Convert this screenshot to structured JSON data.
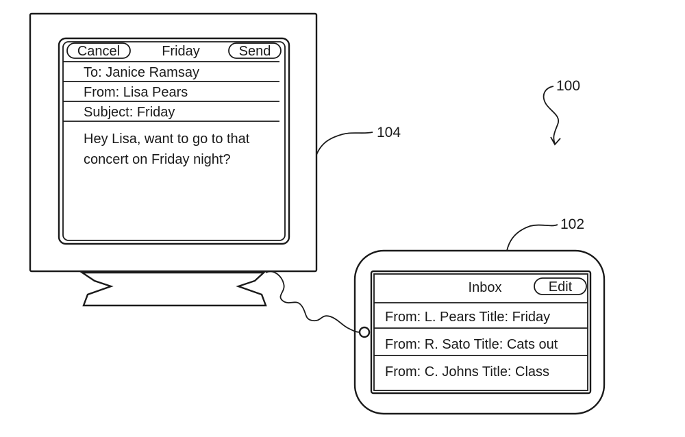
{
  "figure": {
    "reference_labels": {
      "system": "100",
      "handheld": "102",
      "monitor": "104"
    }
  },
  "monitor_screen": {
    "header": {
      "cancel_button": "Cancel",
      "title": "Friday",
      "send_button": "Send"
    },
    "fields": {
      "to": "To: Janice Ramsay",
      "from": "From: Lisa Pears",
      "subject": "Subject: Friday"
    },
    "body_lines": [
      "Hey Lisa, want to go to that",
      "concert on Friday night?"
    ]
  },
  "handheld_screen": {
    "header": {
      "title": "Inbox",
      "edit_button": "Edit"
    },
    "messages": [
      "From: L. Pears Title: Friday",
      "From: R. Sato Title: Cats out",
      "From: C. Johns Title: Class"
    ]
  }
}
